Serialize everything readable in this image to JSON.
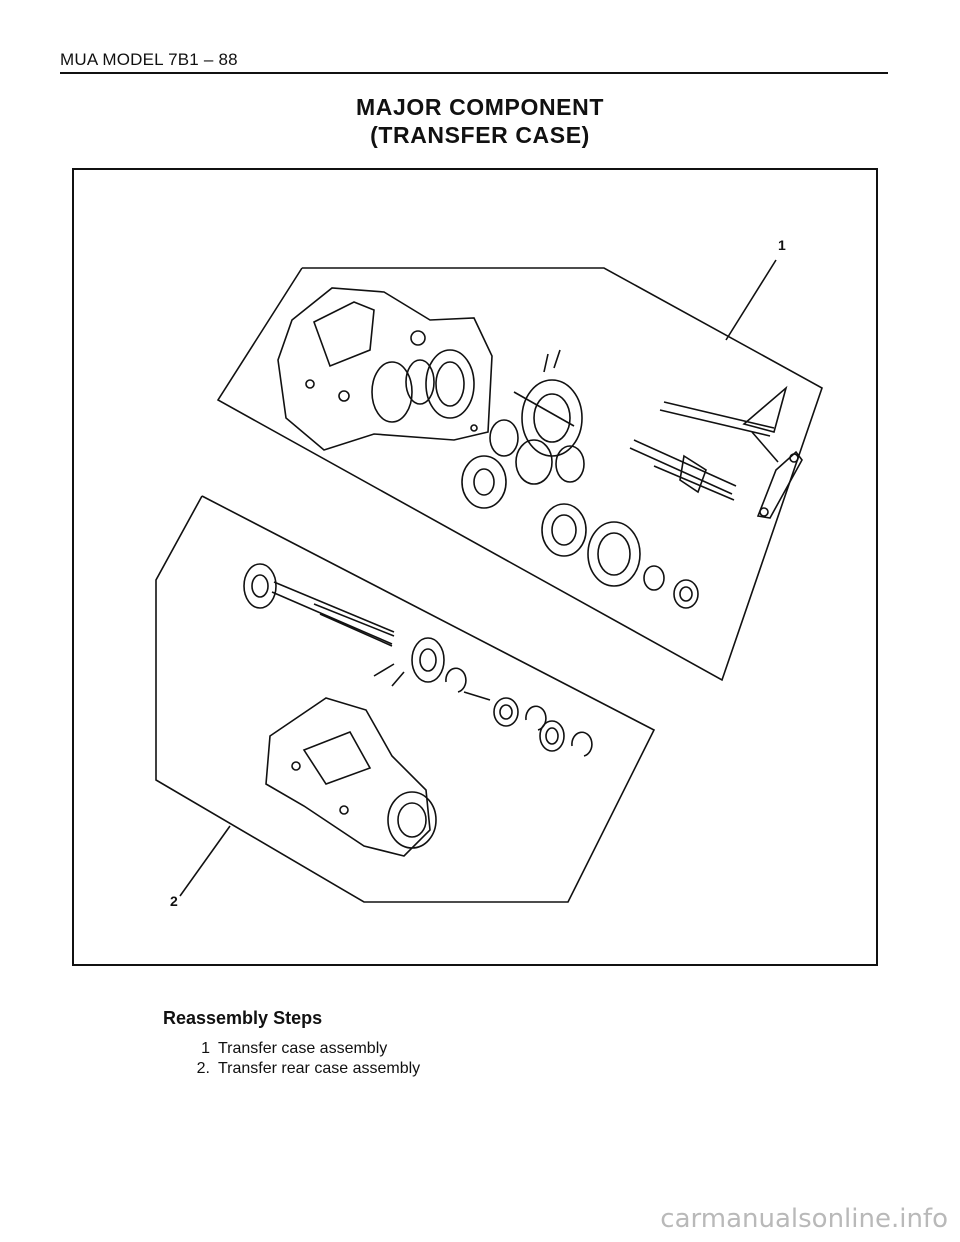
{
  "header": {
    "running_head": "MUA MODEL  7B1 – 88"
  },
  "title": {
    "line1": "MAJOR COMPONENT",
    "line2": "(TRANSFER CASE)"
  },
  "figure": {
    "callouts": [
      {
        "label": "1"
      },
      {
        "label": "2"
      }
    ]
  },
  "steps": {
    "heading": "Reassembly Steps",
    "items": [
      {
        "number": "1",
        "text": "Transfer case assembly"
      },
      {
        "number": "2.",
        "text": "Transfer rear case assembly"
      }
    ]
  },
  "watermark": {
    "text": "carmanualsonline.info"
  }
}
